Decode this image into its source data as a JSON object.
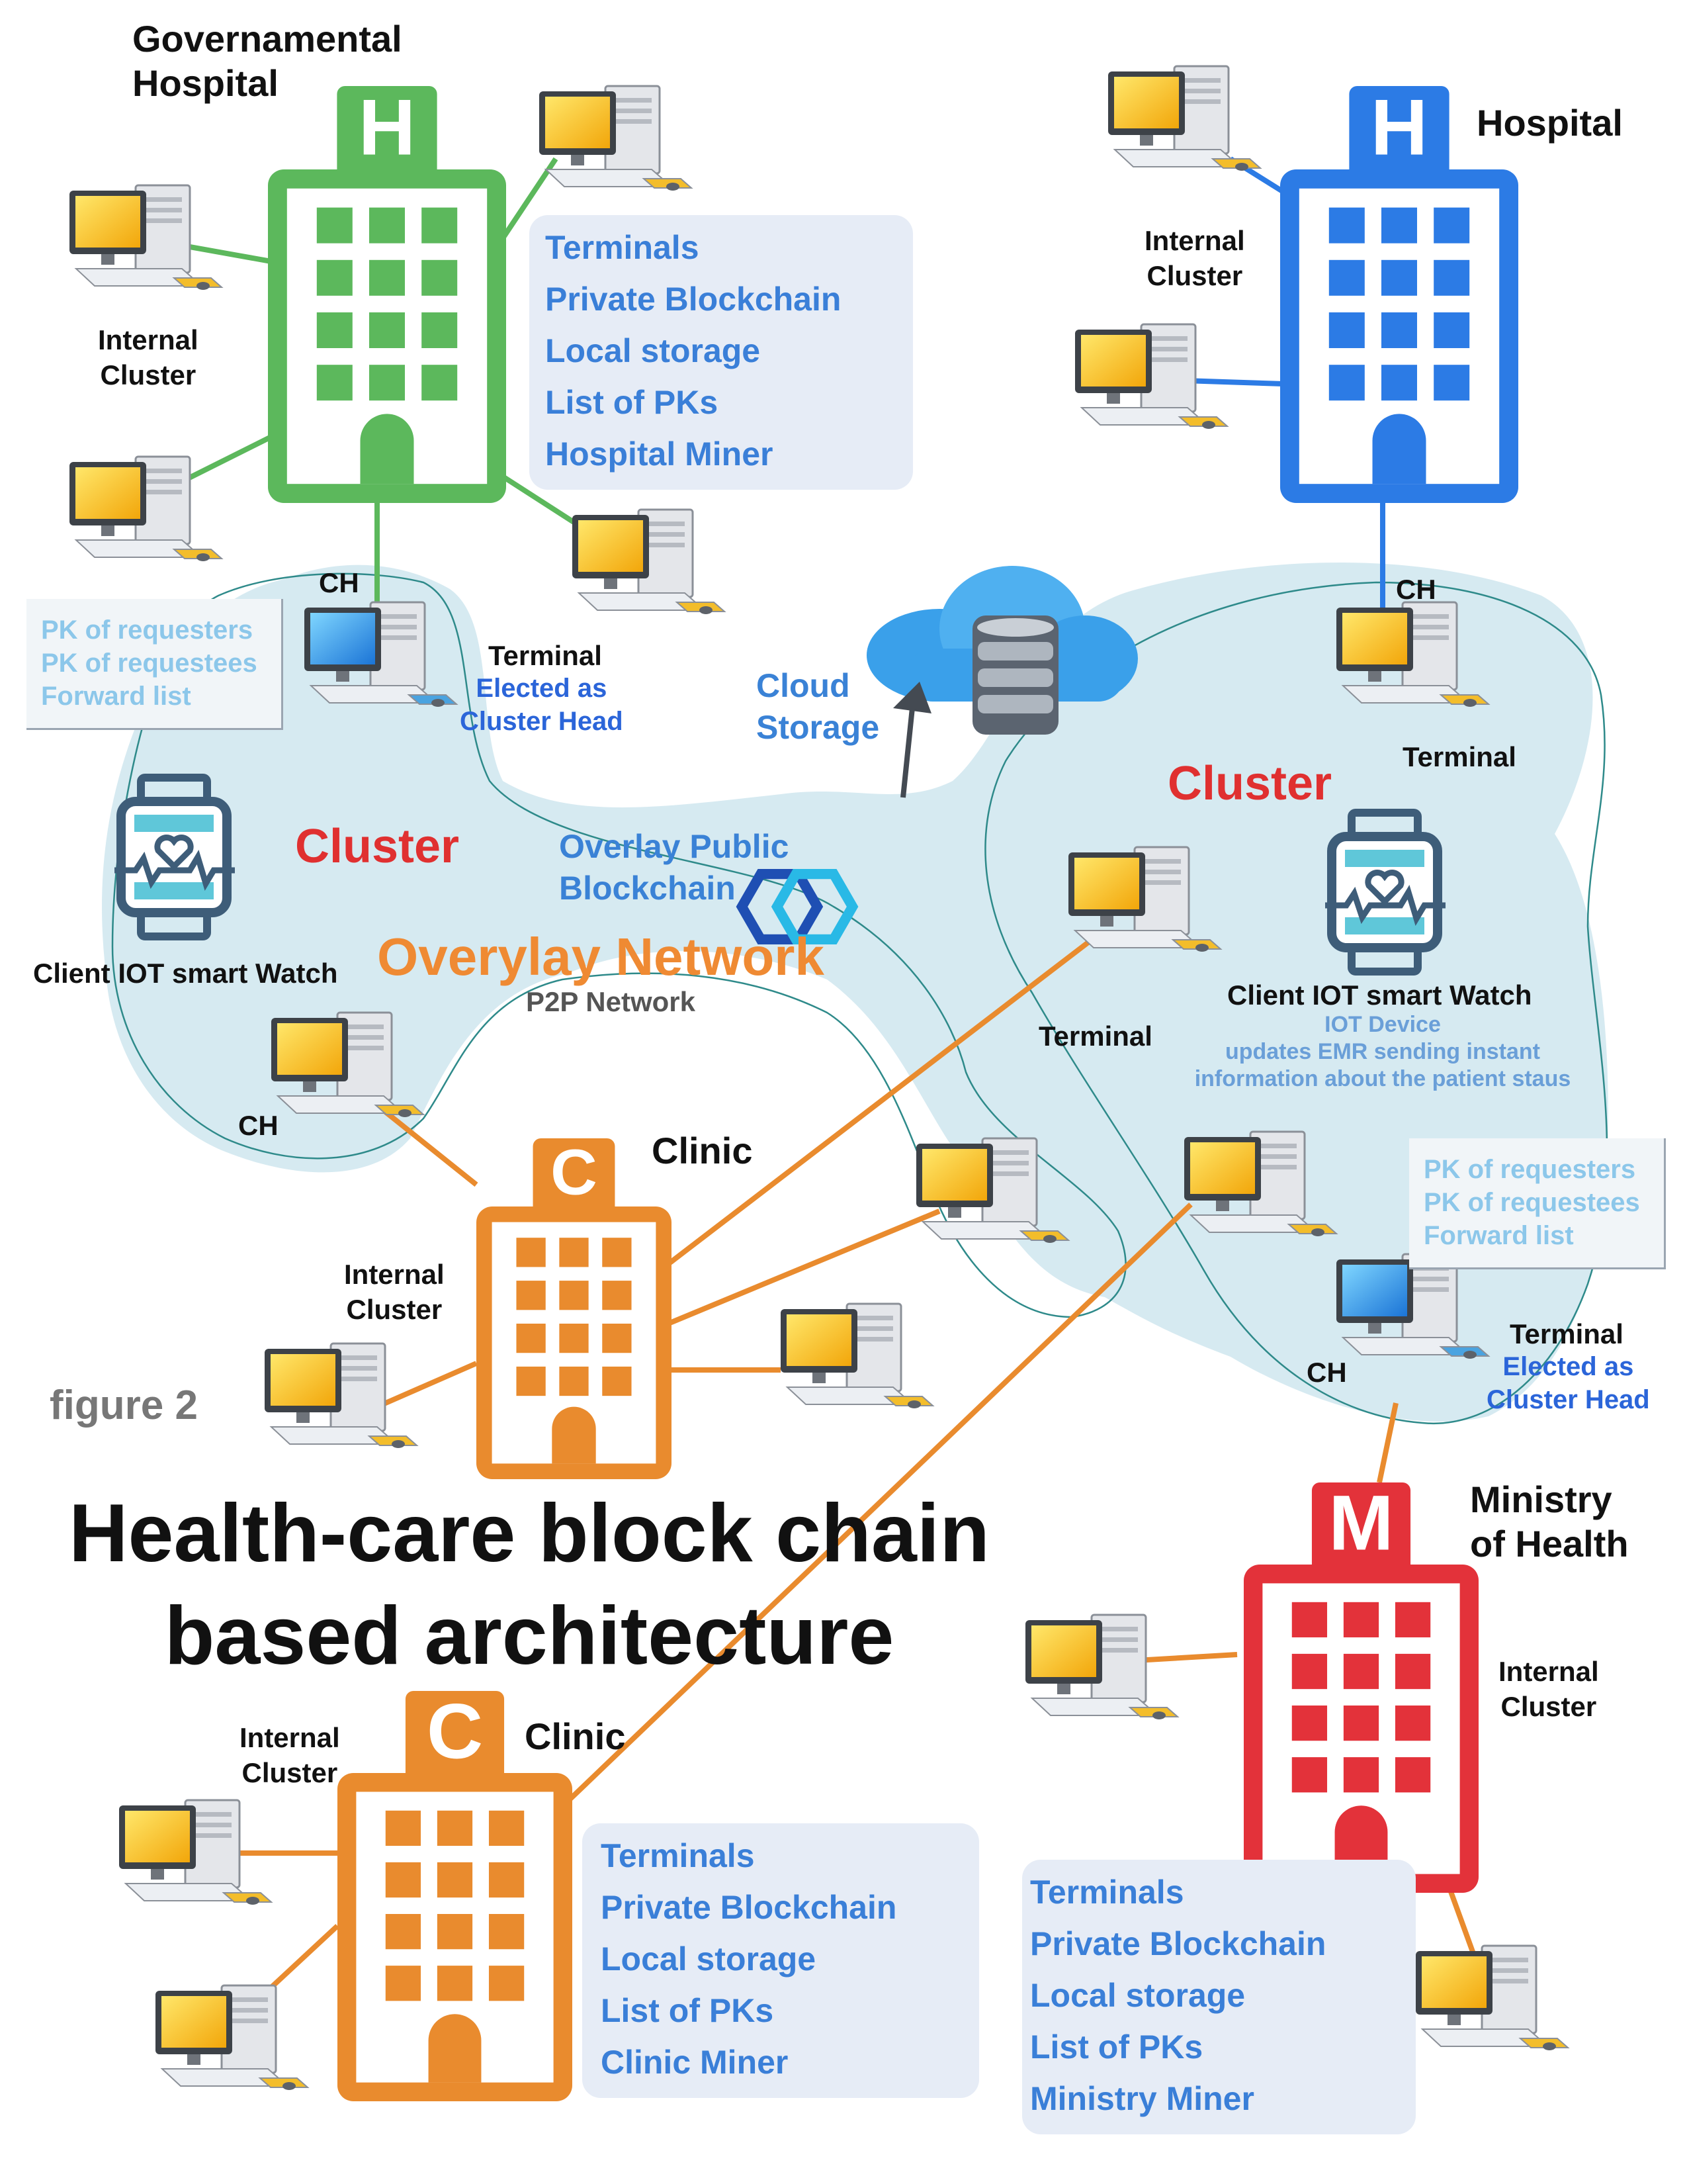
{
  "title_lines": [
    "Health-care block chain",
    "based architecture"
  ],
  "figure_label": "figure 2",
  "overlay": {
    "title": "Overylay Network",
    "subtitle": "P2P Network",
    "public_blockchain": [
      "Overlay Public",
      "Blockchain"
    ]
  },
  "cloud_storage": [
    "Cloud",
    "Storage"
  ],
  "cluster_label": "Cluster",
  "ch_label": "CH",
  "terminal_label": "Terminal",
  "elected_lines": [
    "Elected as",
    "Cluster Head"
  ],
  "internal_cluster": [
    "Internal",
    "Cluster"
  ],
  "pk_list": [
    "PK of requesters",
    "PK of requestees",
    "Forward list"
  ],
  "smartwatch_label": "Client IOT smart Watch",
  "iot_device_lines": [
    "IOT Device",
    "updates EMR sending instant",
    "information about the patient staus"
  ],
  "entities": {
    "gov_hospital": {
      "name_lines": [
        "Governamental",
        "Hospital"
      ],
      "letter": "H",
      "color": "#5cb85c"
    },
    "hospital": {
      "name_lines": [
        "Hospital"
      ],
      "letter": "H",
      "color": "#2c7be5"
    },
    "clinic_mid": {
      "name_lines": [
        "Clinic"
      ],
      "letter": "C",
      "color": "#e98b2e"
    },
    "clinic_bottom": {
      "name_lines": [
        "Clinic"
      ],
      "letter": "C",
      "color": "#e98b2e"
    },
    "ministry": {
      "name_lines": [
        "Ministry",
        "of Health"
      ],
      "letter": "M",
      "color": "#e3323a"
    }
  },
  "info_boxes": {
    "gov_hospital": [
      "Terminals",
      "Private Blockchain",
      "Local storage",
      "List of PKs",
      "Hospital Miner"
    ],
    "clinic_bottom": [
      "Terminals",
      "Private Blockchain",
      "Local storage",
      "List of PKs",
      "Clinic Miner"
    ],
    "ministry": [
      "Terminals",
      "Private Blockchain",
      "Local storage",
      "List of PKs",
      "Ministry Miner"
    ]
  },
  "icons": [
    "building-icon",
    "desktop-computer-icon",
    "smartwatch-icon",
    "cloud-database-icon",
    "blockchain-link-icon"
  ]
}
